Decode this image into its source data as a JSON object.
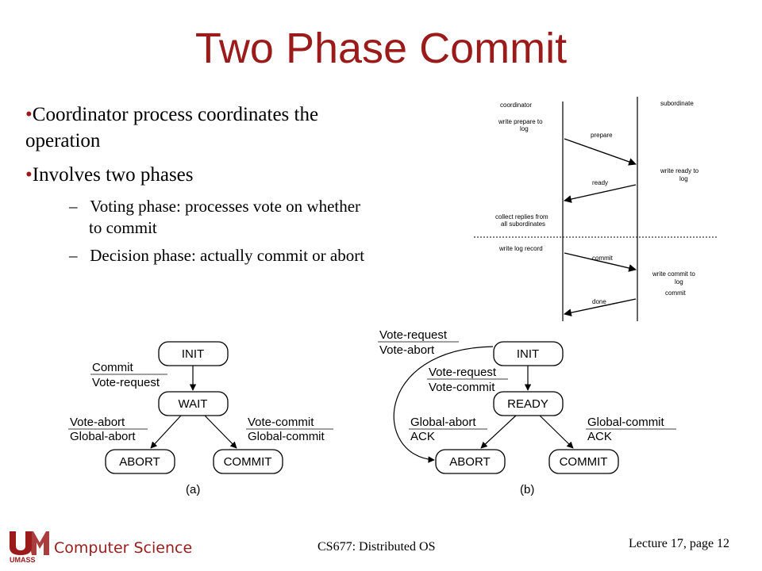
{
  "slide": {
    "title": "Two Phase Commit",
    "bullets": [
      "Coordinator process coordinates the operation",
      "Involves two phases"
    ],
    "sub_bullets": [
      "Voting phase: processes vote on whether to commit",
      "Decision phase: actually commit or abort"
    ],
    "bullet_marker": "•",
    "sub_marker": "–"
  },
  "timeline": {
    "coordinator": "coordinator",
    "subordinate": "subordinate",
    "write_prepare_line1": "write prepare to",
    "write_prepare_line2": "log",
    "prepare": "prepare",
    "write_ready_line1": "write ready to",
    "write_ready_line2": "log",
    "ready": "ready",
    "collect_line1": "collect replies from",
    "collect_line2": "all subordinates",
    "write_log_record": "write log record",
    "commit_msg": "commit",
    "write_commit_line1": "write commit to",
    "write_commit_line2": "log",
    "commit_state": "commit",
    "done": "done"
  },
  "fsm_a": {
    "init": "INIT",
    "wait": "WAIT",
    "abort": "ABORT",
    "commit": "COMMIT",
    "t_init_top": "Commit",
    "t_init_bottom": "Vote-request",
    "t_abort_top": "Vote-abort",
    "t_abort_bottom": "Global-abort",
    "t_commit_top": "Vote-commit",
    "t_commit_bottom": "Global-commit",
    "caption": "(a)"
  },
  "fsm_b": {
    "init": "INIT",
    "ready": "READY",
    "abort": "ABORT",
    "commit": "COMMIT",
    "t_loop_top": "Vote-request",
    "t_loop_bottom": "Vote-abort",
    "t_ready_top": "Vote-request",
    "t_ready_bottom": "Vote-commit",
    "t_abort_top": "Global-abort",
    "t_abort_bottom": "ACK",
    "t_commit_top": "Global-commit",
    "t_commit_bottom": "ACK",
    "caption": "(b)"
  },
  "footer": {
    "department": "Computer Science",
    "course": "CS677: Distributed OS",
    "page": "Lecture 17, page 12",
    "logo_text": "UMASS"
  },
  "colors": {
    "title": "#9b1b1b",
    "accent": "#9b1b1b"
  }
}
